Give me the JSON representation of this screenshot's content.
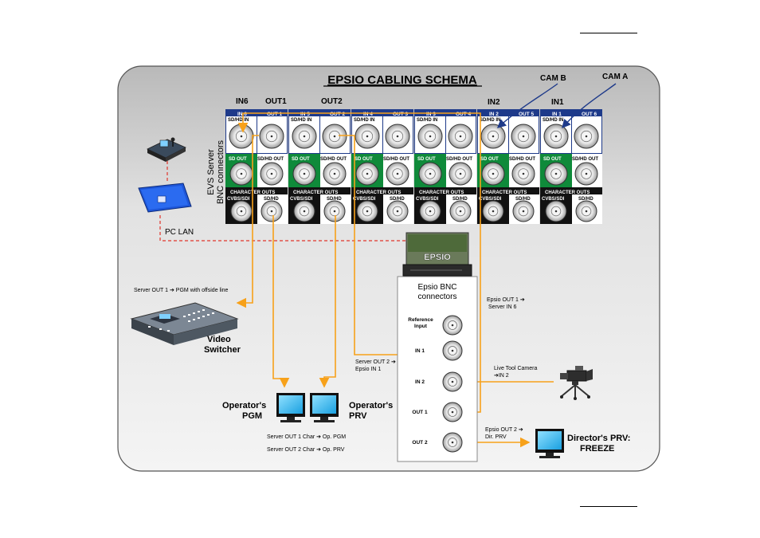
{
  "title": "EPSIO CABLING SCHEMA",
  "cam_labels": {
    "cam_b": "CAM B",
    "cam_a": "CAM A"
  },
  "port_labels": {
    "in6": "IN6",
    "out1": "OUT1",
    "out2": "OUT2",
    "in2": "IN2",
    "in1": "IN1"
  },
  "evs_label": [
    "EVS Server",
    "BNC connectors"
  ],
  "channels": [
    {
      "top": "IN 6",
      "bot": "OUT 1",
      "color": "#1e3a8a"
    },
    {
      "top": "IN 5",
      "bot": "OUT 2",
      "color": "#1e3a8a"
    },
    {
      "top": "IN 4",
      "bot": "OUT 3",
      "color": "#1e3a8a"
    },
    {
      "top": "IN 3",
      "bot": "OUT 4",
      "color": "#1e3a8a"
    },
    {
      "top": "IN 2",
      "bot": "OUT 5",
      "color": "#1e3a8a"
    },
    {
      "top": "IN 1",
      "bot": "OUT 6",
      "color": "#1e3a8a"
    }
  ],
  "connector_labels": {
    "sdhd_in": "SD/HD IN",
    "sd_out": "SD OUT",
    "sdhd_out": "SD/HD OUT",
    "char_outs": "CHARACTER OUTS",
    "cvbs_sdi": "CVBS/SDI",
    "sd_hd": "SD/HD"
  },
  "pc_lan": "PC LAN",
  "epsio_logo": "EPSIO",
  "epsio_bnc": [
    "Epsio BNC",
    "connectors"
  ],
  "epsio_ports": [
    "Reference Input",
    "IN 1",
    "IN 2",
    "OUT 1",
    "OUT 2"
  ],
  "notes": {
    "server_out1_pgm": "Server OUT 1 ➔ PGM with offside line",
    "epsio_out1": [
      "Epsio OUT 1 ➔",
      "Server IN 6"
    ],
    "server_out2": [
      "Server OUT 2 ➔",
      "Epsio IN 1"
    ],
    "live_tool": [
      "Live Tool Camera",
      "➔IN 2"
    ],
    "epsio_out2": [
      "Epsio OUT 2 ➔",
      "Dir. PRV"
    ],
    "out1_char": "Server OUT 1 Char ➔ Op. PGM",
    "out2_char": "Server OUT 2 Char ➔ Op. PRV"
  },
  "devices": {
    "video_switcher": [
      "Video",
      "Switcher"
    ],
    "op_pgm": [
      "Operator's",
      "PGM"
    ],
    "op_prv": [
      "Operator's",
      "PRV"
    ],
    "dir_prv": [
      "Director's PRV:",
      "FREEZE"
    ]
  },
  "colors": {
    "cable": "#f7a11a",
    "lan": "#e0342b",
    "navy": "#1e3a8a",
    "green": "#0f8a3a",
    "black": "#111111"
  }
}
